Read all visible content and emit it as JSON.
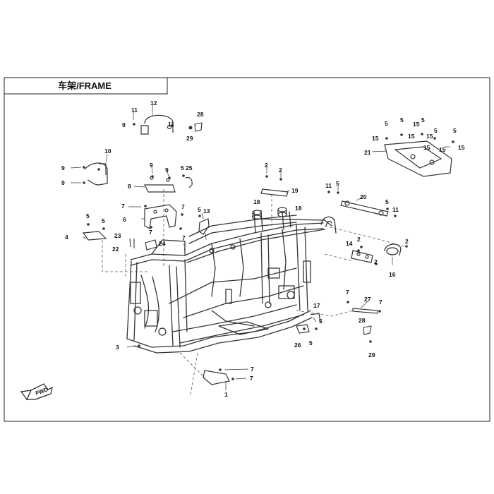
{
  "title": "车架/FRAME",
  "direction_label": "FWD",
  "callouts": [
    {
      "id": "c11a",
      "text": "11"
    },
    {
      "id": "c12",
      "text": "12"
    },
    {
      "id": "c9a",
      "text": "9"
    },
    {
      "id": "c11b",
      "text": "11"
    },
    {
      "id": "c28a",
      "text": "28"
    },
    {
      "id": "c29a",
      "text": "29"
    },
    {
      "id": "c10",
      "text": "10"
    },
    {
      "id": "c9b",
      "text": "9"
    },
    {
      "id": "c9c",
      "text": "9"
    },
    {
      "id": "c9d",
      "text": "9"
    },
    {
      "id": "c9e",
      "text": "9"
    },
    {
      "id": "c5a",
      "text": "5"
    },
    {
      "id": "c25",
      "text": "25"
    },
    {
      "id": "c8",
      "text": "8"
    },
    {
      "id": "c7a",
      "text": "7"
    },
    {
      "id": "c7b",
      "text": "7"
    },
    {
      "id": "c6",
      "text": "6"
    },
    {
      "id": "c7c",
      "text": "7"
    },
    {
      "id": "c7d",
      "text": "7"
    },
    {
      "id": "c5b",
      "text": "5"
    },
    {
      "id": "c13",
      "text": "13"
    },
    {
      "id": "c5c",
      "text": "5"
    },
    {
      "id": "c5d",
      "text": "5"
    },
    {
      "id": "c4",
      "text": "4"
    },
    {
      "id": "c23",
      "text": "23"
    },
    {
      "id": "c22",
      "text": "22"
    },
    {
      "id": "c24",
      "text": "24"
    },
    {
      "id": "c2a",
      "text": "2"
    },
    {
      "id": "c2b",
      "text": "2"
    },
    {
      "id": "c19",
      "text": "19"
    },
    {
      "id": "c18a",
      "text": "18"
    },
    {
      "id": "c18b",
      "text": "18"
    },
    {
      "id": "c11c",
      "text": "11"
    },
    {
      "id": "c5e",
      "text": "5"
    },
    {
      "id": "c20",
      "text": "20"
    },
    {
      "id": "c5f",
      "text": "5"
    },
    {
      "id": "c11d",
      "text": "11"
    },
    {
      "id": "c14",
      "text": "14"
    },
    {
      "id": "c2c",
      "text": "2"
    },
    {
      "id": "c2d",
      "text": "2"
    },
    {
      "id": "c2e",
      "text": "2"
    },
    {
      "id": "c16",
      "text": "16"
    },
    {
      "id": "c5g",
      "text": "5"
    },
    {
      "id": "c5h",
      "text": "5"
    },
    {
      "id": "c5i",
      "text": "5"
    },
    {
      "id": "c15a",
      "text": "15"
    },
    {
      "id": "c5j",
      "text": "5"
    },
    {
      "id": "c5k",
      "text": "5"
    },
    {
      "id": "c15b",
      "text": "15"
    },
    {
      "id": "c15c",
      "text": "15"
    },
    {
      "id": "c15d",
      "text": "15"
    },
    {
      "id": "c15e",
      "text": "15"
    },
    {
      "id": "c15f",
      "text": "15"
    },
    {
      "id": "c15g",
      "text": "15"
    },
    {
      "id": "c21",
      "text": "21"
    },
    {
      "id": "c7e",
      "text": "7"
    },
    {
      "id": "c27",
      "text": "27"
    },
    {
      "id": "c7f",
      "text": "7"
    },
    {
      "id": "c28b",
      "text": "28"
    },
    {
      "id": "c29b",
      "text": "29"
    },
    {
      "id": "c17",
      "text": "17"
    },
    {
      "id": "c5l",
      "text": "5"
    },
    {
      "id": "c26",
      "text": "26"
    },
    {
      "id": "c5m",
      "text": "5"
    },
    {
      "id": "c3",
      "text": "3"
    },
    {
      "id": "c7g",
      "text": "7"
    },
    {
      "id": "c7h",
      "text": "7"
    },
    {
      "id": "c1",
      "text": "1"
    }
  ]
}
